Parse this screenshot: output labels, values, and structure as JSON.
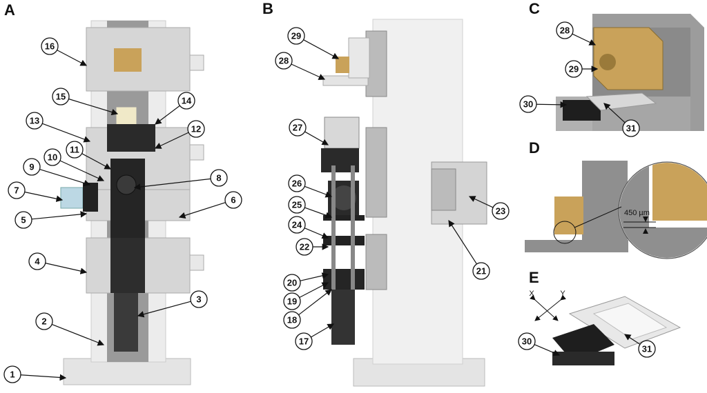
{
  "panels": {
    "a": "A",
    "b": "B",
    "c": "C",
    "d": "D",
    "e": "E"
  },
  "callouts_a": [
    "16",
    "15",
    "14",
    "13",
    "12",
    "11",
    "10",
    "9",
    "8",
    "7",
    "6",
    "5",
    "4",
    "3",
    "2",
    "1"
  ],
  "callouts_b": [
    "29",
    "28",
    "27",
    "26",
    "25",
    "24",
    "22",
    "20",
    "19",
    "18",
    "17",
    "23",
    "21"
  ],
  "callouts_c": [
    "28",
    "29",
    "30",
    "31"
  ],
  "callouts_e": [
    "30",
    "31"
  ],
  "panel_d": {
    "measurement": "450 µm"
  },
  "panel_e": {
    "axis_x": "X",
    "axis_y": "Y"
  },
  "colors": {
    "aluminum": "#d4d4d4",
    "brass": "#c9a25a",
    "black_part": "#222222",
    "rail": "#ececec"
  }
}
